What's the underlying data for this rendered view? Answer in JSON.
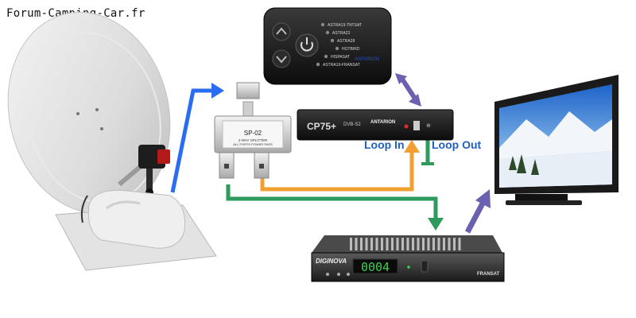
{
  "watermark": "Forum-Camping-Car.fr",
  "remote": {
    "satellites": [
      "ASTRA19-TNTSAT",
      "ASTRA23",
      "ASTRA28",
      "HOTBIRD",
      "HISPASAT",
      "ASTRA19-FRANSAT"
    ],
    "brand": "ANTARION"
  },
  "splitter": {
    "model": "SP-02",
    "subtitle": "2-WAY SPLITTER",
    "note": "ALL PORTS POWER PASS"
  },
  "controller": {
    "model": "CP75+",
    "subtitle": "DVB-S2",
    "brand": "ANTARION"
  },
  "labels": {
    "loop_in": "Loop In",
    "loop_out": "Loop Out"
  },
  "receiver": {
    "brand": "DIGINOVA",
    "display": "0004",
    "badge": "FRANSAT"
  },
  "colors": {
    "blue_cable": "#2a6df2",
    "orange_cable": "#f0a030",
    "green_cable": "#2e9a5c",
    "purple_arrow": "#6a62b0",
    "label_blue": "#1f5fbf"
  }
}
